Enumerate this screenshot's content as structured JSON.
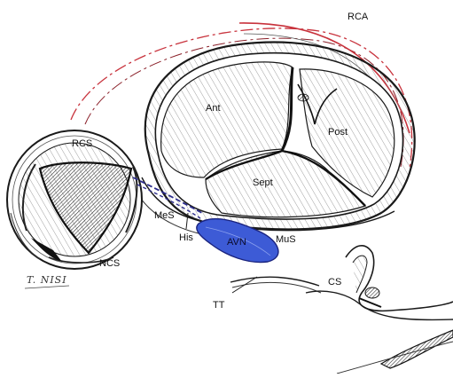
{
  "labels": {
    "rca": "RCA",
    "ant": "Ant",
    "post": "Post",
    "sept": "Sept",
    "rcs": "RCS",
    "ncs": "NCS",
    "mes": "MeS",
    "his": "His",
    "avn": "AVN",
    "mus": "MuS",
    "cs": "CS",
    "tt": "TT"
  },
  "signature": "T. NISI",
  "colors": {
    "rca_vessel": "#c8323c",
    "his_bundle": "#2d2d8c",
    "avn_fill": "#3d5bd6",
    "ink": "#1a1a1a"
  }
}
